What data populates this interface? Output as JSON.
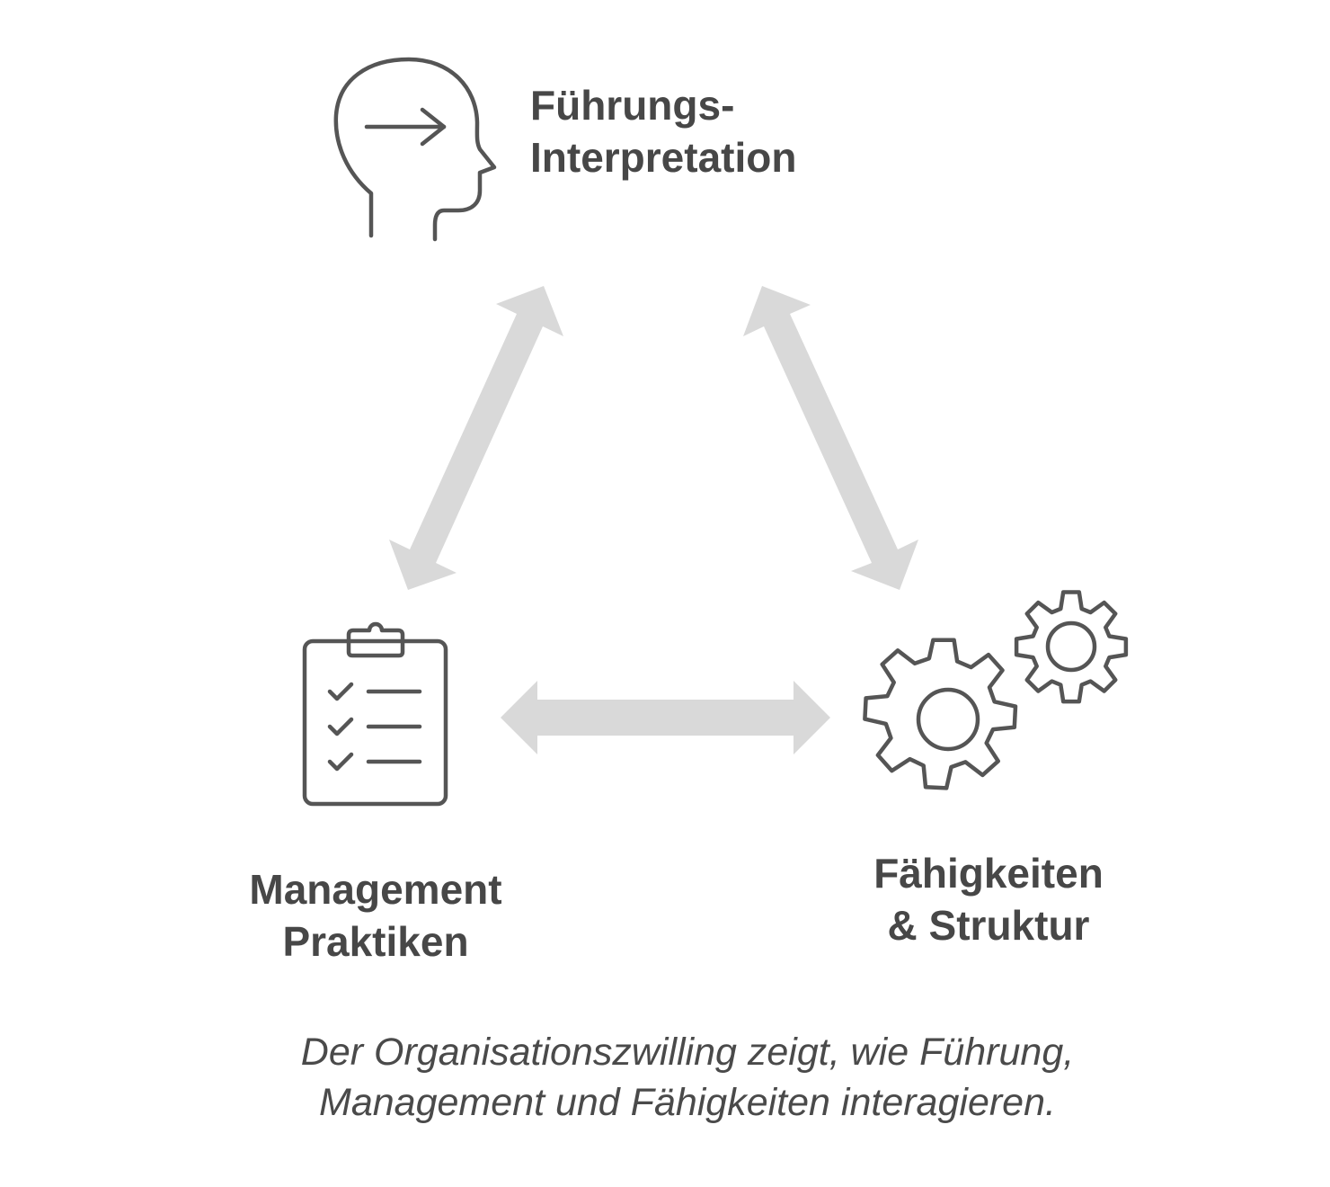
{
  "nodes": {
    "leadership": {
      "line1": "Führungs-",
      "line2": "Interpretation",
      "icon": "head-arrow-icon"
    },
    "management": {
      "line1": "Management",
      "line2": "Praktiken",
      "icon": "clipboard-checklist-icon"
    },
    "capabilities": {
      "line1": "Fähigkeiten",
      "line2": "& Struktur",
      "icon": "gears-icon"
    }
  },
  "caption": {
    "line1": "Der Organisationszwilling zeigt, wie Führung,",
    "line2": "Management und Fähigkeiten interagieren."
  },
  "colors": {
    "text": "#474747",
    "icon_stroke": "#555555",
    "arrow": "#d9d9d9"
  }
}
